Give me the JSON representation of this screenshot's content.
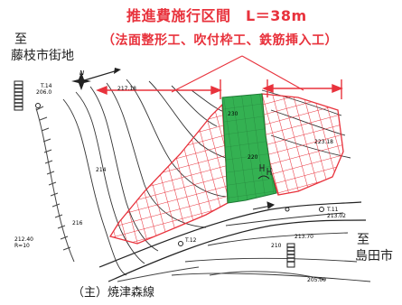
{
  "title": {
    "line1": "推進費施行区間　L＝38m",
    "line2": "（法面整形工、吹付枠工、鉄筋挿入工）"
  },
  "destinations": {
    "west_line1": "至",
    "west_line2": "藤枝市街地",
    "east_line1": "至",
    "east_line2": "島田市"
  },
  "road_label": "（主）焼津森線",
  "map_labels": {
    "t14": "T.14",
    "t14_elev": "206.0",
    "elev_217": "217.18",
    "elev_230": "230",
    "elev_223": "223.18",
    "c220": "220",
    "c214": "214",
    "c216": "216",
    "c210": "210",
    "t11": "T.11",
    "t11_elev": "213.02",
    "t12": "T.12",
    "elev_213": "213.70",
    "bm_left": "212.40",
    "bm_left2": "R=10",
    "bm_right": "205.00",
    "north": "N"
  },
  "colors": {
    "accent_red": "#e8323c",
    "green_zone": "#2aa84a",
    "contour": "#333333"
  }
}
